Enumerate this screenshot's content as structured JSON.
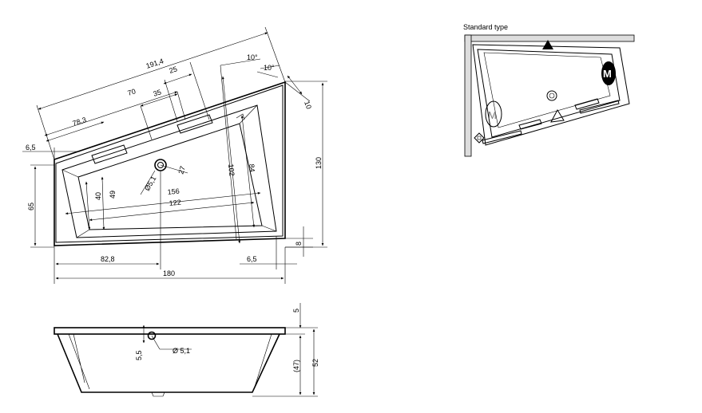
{
  "top_view": {
    "dims": {
      "d_191_4": "191,4",
      "d_25": "25",
      "d_10deg_a": "10°",
      "d_10deg_b": "10°",
      "d_70": "70",
      "d_35": "35",
      "d_78_3": "78,3",
      "d_10": "10",
      "d_6_5_left": "6,5",
      "d_27": "27",
      "d_phi_5_1": "Ø5,1",
      "d_102": "102",
      "d_84": "84",
      "d_130": "130",
      "d_65": "65",
      "d_40": "40",
      "d_49": "49",
      "d_156": "156",
      "d_122": "122",
      "d_8": "8",
      "d_82_8": "82,8",
      "d_6_5_right": "6,5",
      "d_180": "180"
    }
  },
  "side_view": {
    "dims": {
      "d_5": "5",
      "d_5_5": "5,5",
      "d_phi_5_1": "Ø 5,1",
      "d_47": "(47)",
      "d_52": "52"
    }
  },
  "standard_type": {
    "title": "Standard type",
    "motor_left": "M",
    "motor_right": "M"
  }
}
